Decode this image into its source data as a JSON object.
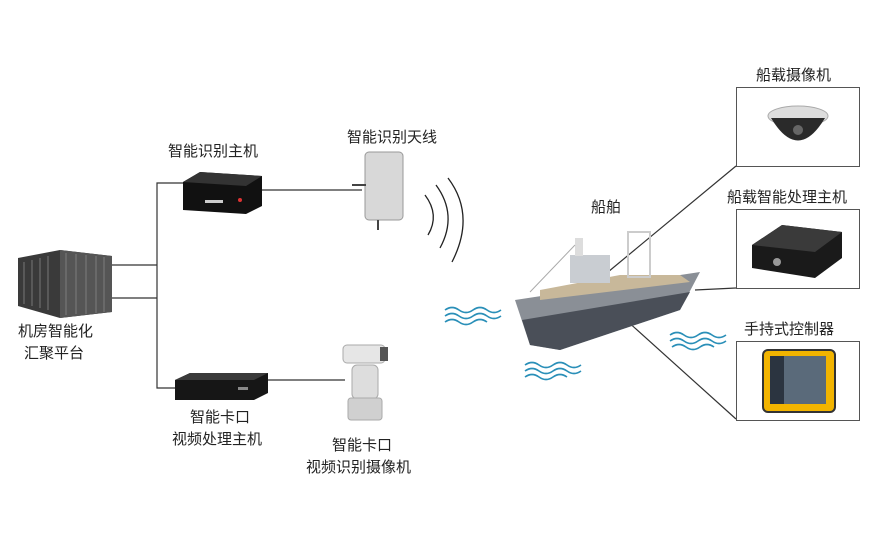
{
  "nodes": {
    "platform": {
      "line1": "机房智能化",
      "line2": "汇聚平台"
    },
    "recognition_host": {
      "label": "智能识别主机"
    },
    "recognition_antenna": {
      "label": "智能识别天线"
    },
    "checkpoint_processor": {
      "line1": "智能卡口",
      "line2": "视频处理主机"
    },
    "checkpoint_camera": {
      "line1": "智能卡口",
      "line2": "视频识别摄像机"
    },
    "ship": {
      "label": "船舶"
    },
    "onboard_camera": {
      "label": "船载摄像机"
    },
    "onboard_processor": {
      "label": "船载智能处理主机"
    },
    "handheld_controller": {
      "label": "手持式控制器"
    }
  },
  "colors": {
    "line": "#333333",
    "water": "#2a8fb8",
    "device": "#1a1a1a",
    "handheld": "#f2b400"
  }
}
